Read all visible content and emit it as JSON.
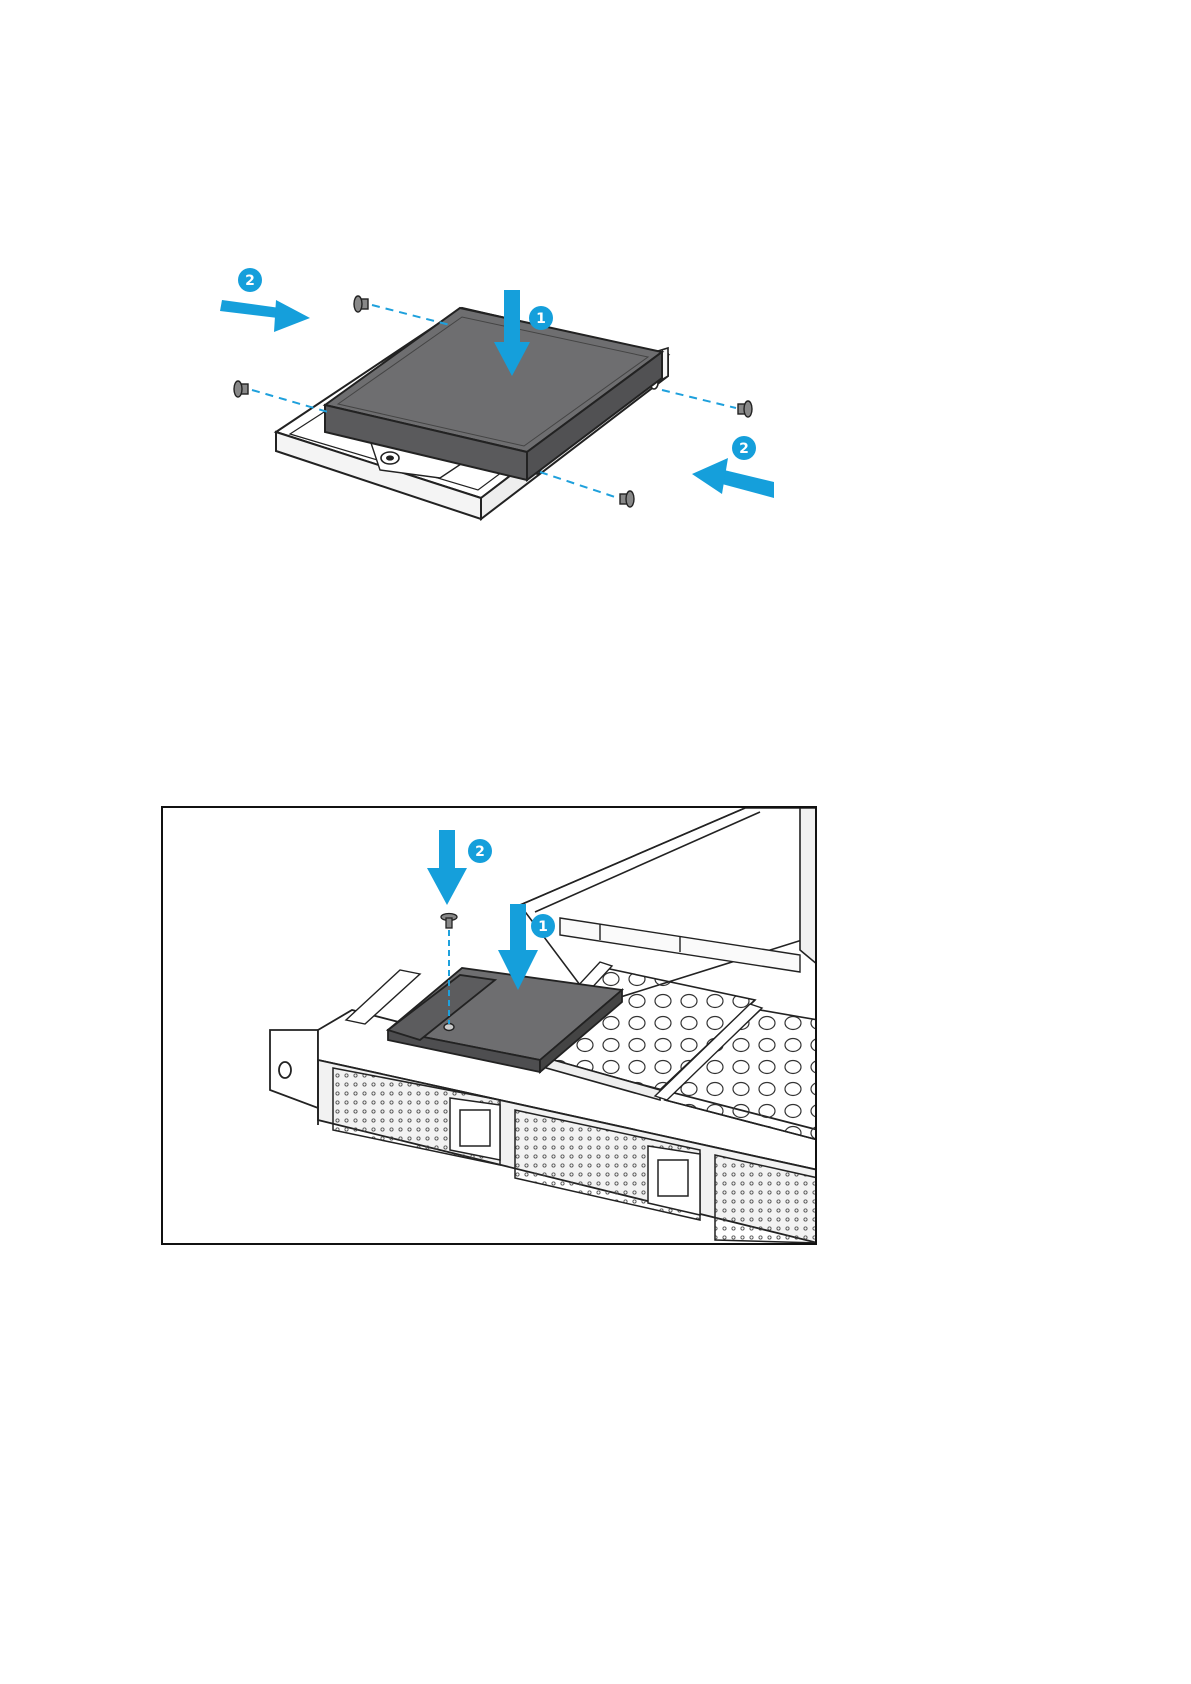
{
  "figure1": {
    "steps": [
      {
        "label": "1",
        "role": "drive-into-bracket"
      },
      {
        "label": "2",
        "role": "screws-left"
      },
      {
        "label": "2",
        "role": "screws-right"
      }
    ]
  },
  "figure2": {
    "steps": [
      {
        "label": "1",
        "role": "bracket-into-bay"
      },
      {
        "label": "2",
        "role": "fasten-screw"
      }
    ]
  },
  "colors": {
    "accent": "#159fdb",
    "drive": "#6e6e70",
    "line": "#222222",
    "dash": "#1ea0dc"
  },
  "icons": [
    "down-arrow-icon",
    "right-arrow-icon",
    "left-arrow-icon",
    "screw-icon",
    "step-badge-icon"
  ]
}
